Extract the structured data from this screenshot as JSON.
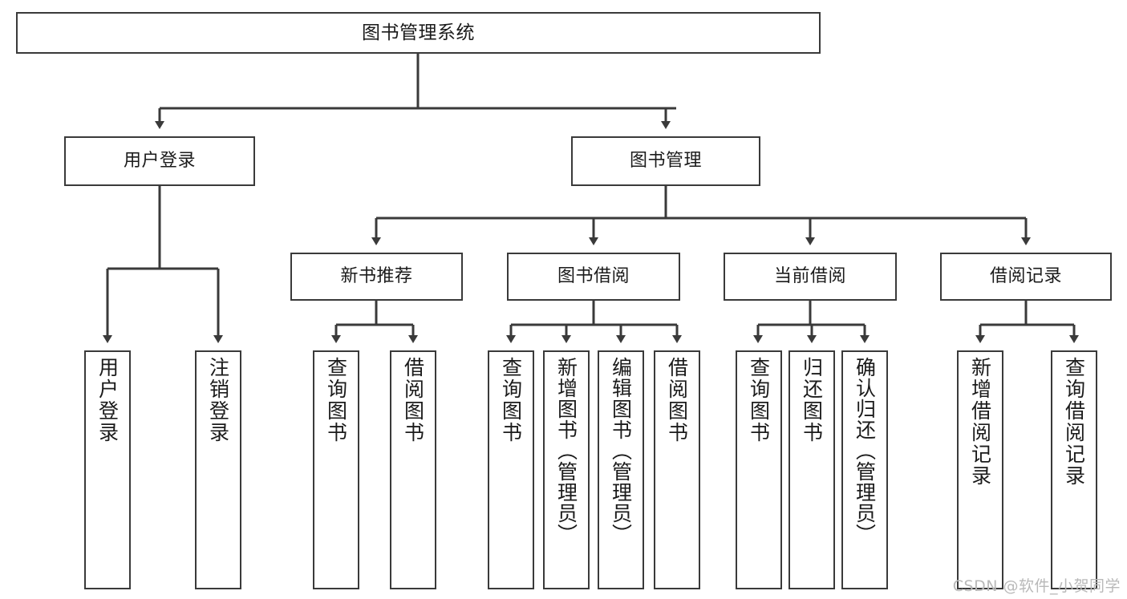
{
  "diagram": {
    "type": "tree",
    "title": "图书管理系统",
    "watermark": "CSDN @软件_小贺同学",
    "colors": {
      "stroke": "#3a3a3a",
      "text": "#1b1b1b",
      "background": "#ffffff",
      "watermark": "#b9b9b9"
    },
    "nodes": {
      "root": {
        "label": "图书管理系统"
      },
      "level2": [
        {
          "label": "用户登录"
        },
        {
          "label": "图书管理"
        }
      ],
      "level3": [
        {
          "label": "新书推荐"
        },
        {
          "label": "图书借阅"
        },
        {
          "label": "当前借阅"
        },
        {
          "label": "借阅记录"
        }
      ],
      "leaves": {
        "user_login": [
          {
            "label": "用户登录"
          },
          {
            "label": "注销登录"
          }
        ],
        "new_books": [
          {
            "label": "查询图书"
          },
          {
            "label": "借阅图书"
          }
        ],
        "book_borrow": [
          {
            "label": "查询图书"
          },
          {
            "label": "新增图书（管理员）"
          },
          {
            "label": "编辑图书（管理员）"
          },
          {
            "label": "借阅图书"
          }
        ],
        "current_borrow": [
          {
            "label": "查询图书"
          },
          {
            "label": "归还图书"
          },
          {
            "label": "确认归还（管理员）"
          }
        ],
        "borrow_records": [
          {
            "label": "新增借阅记录"
          },
          {
            "label": "查询借阅记录"
          }
        ]
      }
    }
  }
}
